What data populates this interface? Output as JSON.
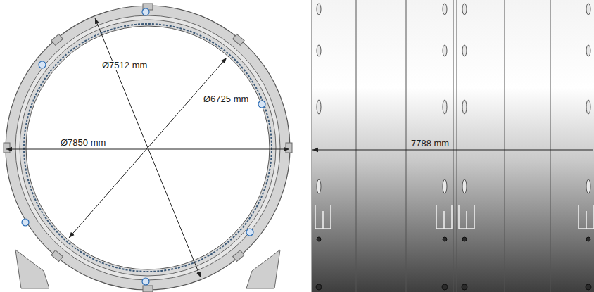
{
  "diagram": {
    "labels": [
      "Ø7512 mm",
      "Ø6725 mm",
      "Ø7850 mm",
      "7788 mm"
    ]
  }
}
